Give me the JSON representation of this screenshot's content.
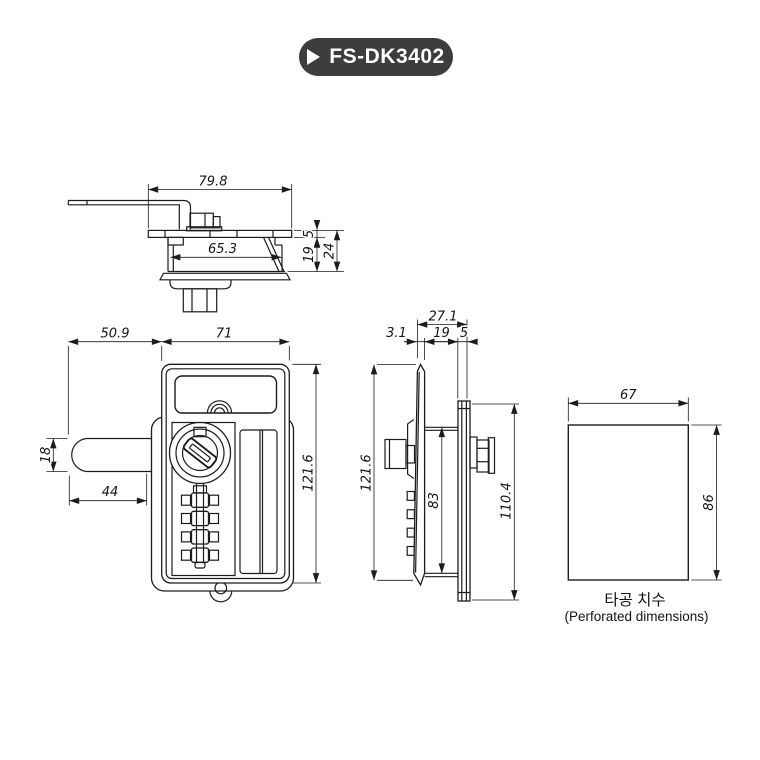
{
  "badge": {
    "icon": "play-triangle",
    "label": "FS-DK3402",
    "background": "#3d3d3d",
    "text_color": "#ffffff"
  },
  "drawing": {
    "line_color": "#1c1c1c",
    "top_view": {
      "dim_flange_width": "79.8",
      "dim_body_width": "65.3",
      "dim_flange_thickness": "5",
      "dim_body_depth": "19",
      "dim_total_depth": "24"
    },
    "front_view": {
      "dim_latch_reach": "50.9",
      "dim_body_width": "71",
      "dim_latch_diameter": "18",
      "dim_latch_length": "44",
      "dim_body_height": "121.6"
    },
    "side_view": {
      "dim_total_depth": "27.1",
      "dim_front_protrusion": "3.1",
      "dim_body_depth": "19",
      "dim_rear_depth": "5",
      "dim_body_height": "121.6",
      "dim_inner_height": "83",
      "dim_flange_height": "110.4"
    },
    "cutout_view": {
      "dim_width": "67",
      "dim_height": "86",
      "caption_korean": "타공 치수",
      "caption_english": "(Perforated dimensions)"
    }
  }
}
